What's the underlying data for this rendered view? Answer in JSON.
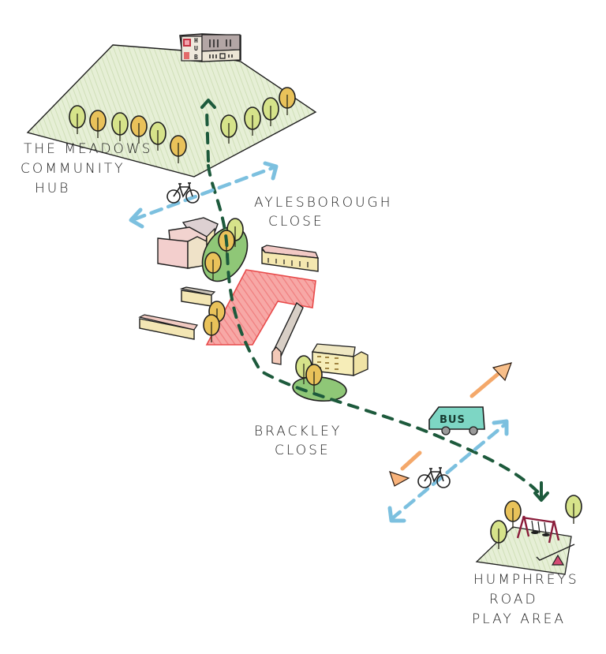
{
  "map": {
    "title": "Connections between The Meadows Community Hub, Aylesborough Close, Brackley Close and Humphreys Road Play Area",
    "places": [
      {
        "id": "meadows",
        "label_lines": [
          "THE MEADOWS",
          "COMMUNITY",
          "HUB"
        ],
        "type": "community hub with park"
      },
      {
        "id": "aylesborough",
        "label_lines": [
          "AYLESBOROUGH",
          "CLOSE"
        ],
        "type": "residential close"
      },
      {
        "id": "brackley",
        "label_lines": [
          "BRACKLEY",
          "CLOSE"
        ],
        "type": "residential close"
      },
      {
        "id": "humphreys",
        "label_lines": [
          "HUMPHREYS",
          "ROAD",
          "PLAY AREA"
        ],
        "type": "play area"
      }
    ],
    "hub_building_letters": [
      "H",
      "U",
      "B"
    ],
    "bus_label": "BUS",
    "routes": [
      {
        "id": "walking-route",
        "style": "dashed",
        "color": "#1d5a3c",
        "description": "walking path from play area to community hub"
      },
      {
        "id": "cycle-route-north",
        "style": "dashed-bidirectional",
        "color": "#7cc0df",
        "icon": "bicycle-icon"
      },
      {
        "id": "cycle-route-south",
        "style": "dashed-bidirectional",
        "color": "#7cc0df",
        "icon": "bicycle-icon"
      },
      {
        "id": "bus-route",
        "style": "solid-bidirectional",
        "color": "#f4a86a",
        "icon": "bus-icon"
      }
    ],
    "colors": {
      "park_green": "#e3eed2",
      "tree_yellow_green": "#d6e38a",
      "tree_orange": "#e9b64a",
      "development_site_red": "#f59a9a",
      "green_space": "#8fc777",
      "walking_path": "#1d5a3c",
      "cycle_path": "#7cc0df",
      "bus_arrow": "#f4a86a",
      "bus_body": "#7dd6c4",
      "swing_frame": "#8a1c3a",
      "slide_pink": "#d44c74"
    }
  }
}
